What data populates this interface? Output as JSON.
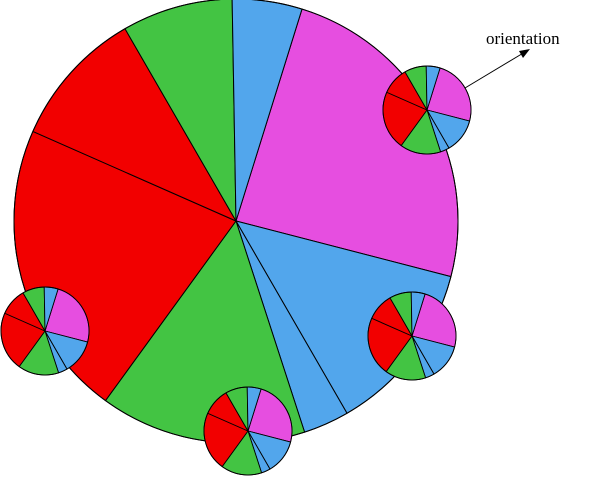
{
  "diagram": {
    "label": "orientation",
    "colors": {
      "red": "#f20000",
      "green": "#43c443",
      "blue": "#52a6ec",
      "magenta": "#e64ee0",
      "outline": "#000000"
    },
    "wheel_sector_colors": [
      "magenta",
      "blue",
      "blue",
      "green",
      "red",
      "red",
      "green",
      "blue"
    ],
    "small_wheels": [
      {
        "name": "small-wheel-top-right"
      },
      {
        "name": "small-wheel-left"
      },
      {
        "name": "small-wheel-bottom"
      },
      {
        "name": "small-wheel-right"
      }
    ]
  }
}
